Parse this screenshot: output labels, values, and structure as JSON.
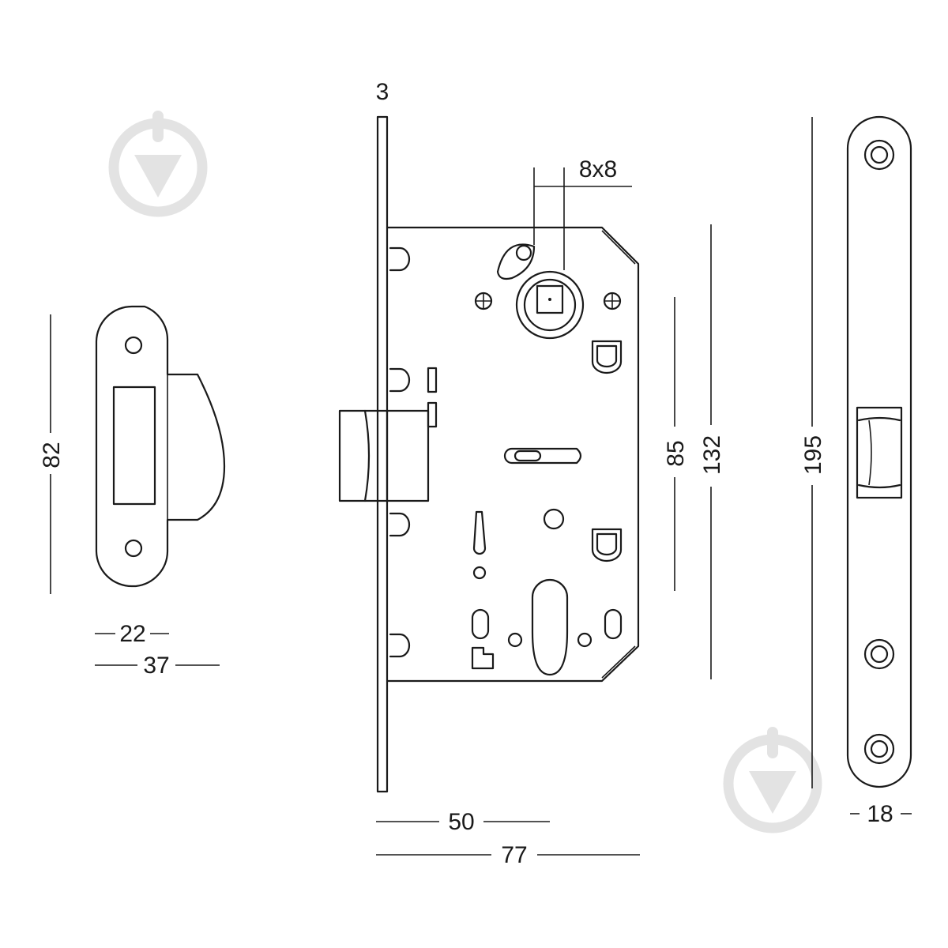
{
  "dimensions": {
    "faceplate_thickness": "3",
    "spindle_square": "8x8",
    "strike_height": "82",
    "strike_inner_width": "22",
    "strike_total_width": "37",
    "lock_center_distance": "85",
    "lock_body_height": "132",
    "faceplate_length": "195",
    "faceplate_width": "18",
    "backset": "50",
    "lock_depth": "77"
  },
  "watermark_icon": "shield-arrow-logo",
  "colors": {
    "line": "#1a1a1a",
    "watermark": "#e3e3e3",
    "background": "#ffffff"
  }
}
